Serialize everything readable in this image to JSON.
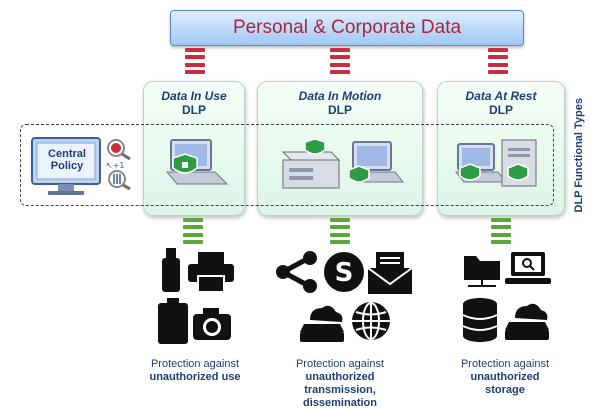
{
  "header": {
    "title": "Personal & Corporate Data"
  },
  "side_label": "DLP Functional Types",
  "central_policy": {
    "line1": "Central",
    "line2": "Policy"
  },
  "columns": [
    {
      "title_italic": "Data In Use",
      "title": "DLP",
      "caption_plain": "Protection against",
      "caption_bold": [
        "unauthorized use"
      ]
    },
    {
      "title_italic": "Data In Motion",
      "title": "DLP",
      "caption_plain": "Protection against",
      "caption_bold": [
        "unauthorized",
        "transmission,",
        "dissemination"
      ]
    },
    {
      "title_italic": "Data At Rest",
      "title": "DLP",
      "caption_plain": "Protection against",
      "caption_bold": [
        "unauthorized",
        "storage"
      ]
    }
  ],
  "colors": {
    "title_text": "#b0223a",
    "accent_blue": "#1f3e77",
    "connector_red": "#cc2b3e",
    "connector_green": "#5aa83a",
    "shield_green": "#2e9b45"
  }
}
